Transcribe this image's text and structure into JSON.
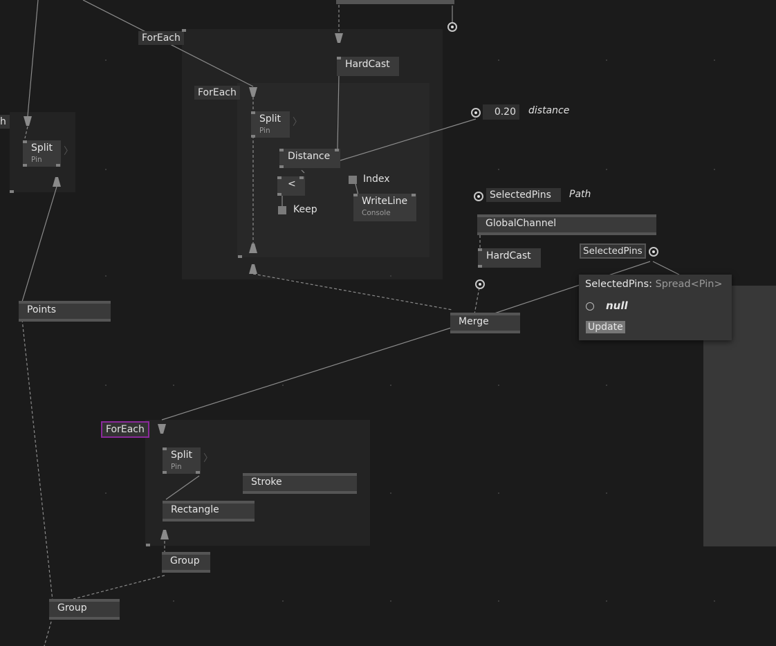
{
  "regions": {
    "foreach_top_label": "ForEach",
    "foreach_inner_label": "ForEach",
    "foreach_left_label": "h",
    "foreach_bottom_label": "ForEach"
  },
  "nodes": {
    "hardcast_top": "HardCast",
    "split_inner": {
      "title": "Split",
      "sub": "Pin"
    },
    "split_left": {
      "title": "Split",
      "sub": "Pin"
    },
    "distance": "Distance",
    "less_than": "<",
    "keep": "Keep",
    "index": "Index",
    "writeline": {
      "title": "WriteLine",
      "sub": "Console"
    },
    "points": "Points",
    "merge": "Merge",
    "selected_pins_input": "SelectedPins",
    "global_channel": "GlobalChannel",
    "hardcast_mid": "HardCast",
    "selected_pins_output": "SelectedPins",
    "split_bottom": {
      "title": "Split",
      "sub": "Pin"
    },
    "stroke": "Stroke",
    "rectangle": "Rectangle",
    "group_inner": "Group",
    "group_outer": "Group"
  },
  "iobox": {
    "distance_value": "0.20",
    "distance_label": "distance",
    "path_label": "Path"
  },
  "tooltip": {
    "pin_name": "SelectedPins",
    "separator": ":",
    "type": "Spread<Pin>",
    "value": "null",
    "update_button": "Update"
  },
  "colors": {
    "background": "#1b1b1b",
    "node": "#3a3a3a",
    "selection": "#8b2a9b"
  }
}
